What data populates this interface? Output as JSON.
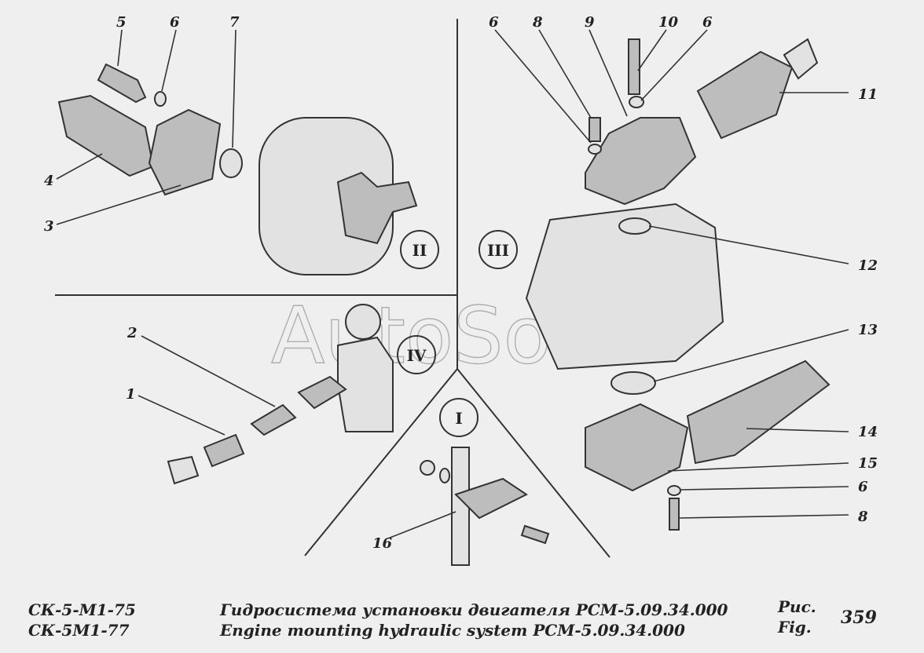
{
  "watermark": "AutoSoft",
  "sections": [
    "I",
    "II",
    "III",
    "IV"
  ],
  "callouts": {
    "c1": "1",
    "c2": "2",
    "c3": "3",
    "c4": "4",
    "c5": "5",
    "c6a": "6",
    "c6b": "6",
    "c6c": "6",
    "c6d": "6",
    "c7": "7",
    "c8a": "8",
    "c8b": "8",
    "c9": "9",
    "c10": "10",
    "c11": "11",
    "c12": "12",
    "c13": "13",
    "c14": "14",
    "c15": "15",
    "c16": "16"
  },
  "caption": {
    "model_1": "СК-5-М1-75",
    "model_2": "СК-5М1-77",
    "title_ru": "Гидросистема установки двигателя РСМ-5.09.34.000",
    "title_en": "Engine mounting hydraulic system РСМ-5.09.34.000",
    "fig_ru": "Рис.",
    "fig_en": "Fig.",
    "fig_number": "359"
  }
}
